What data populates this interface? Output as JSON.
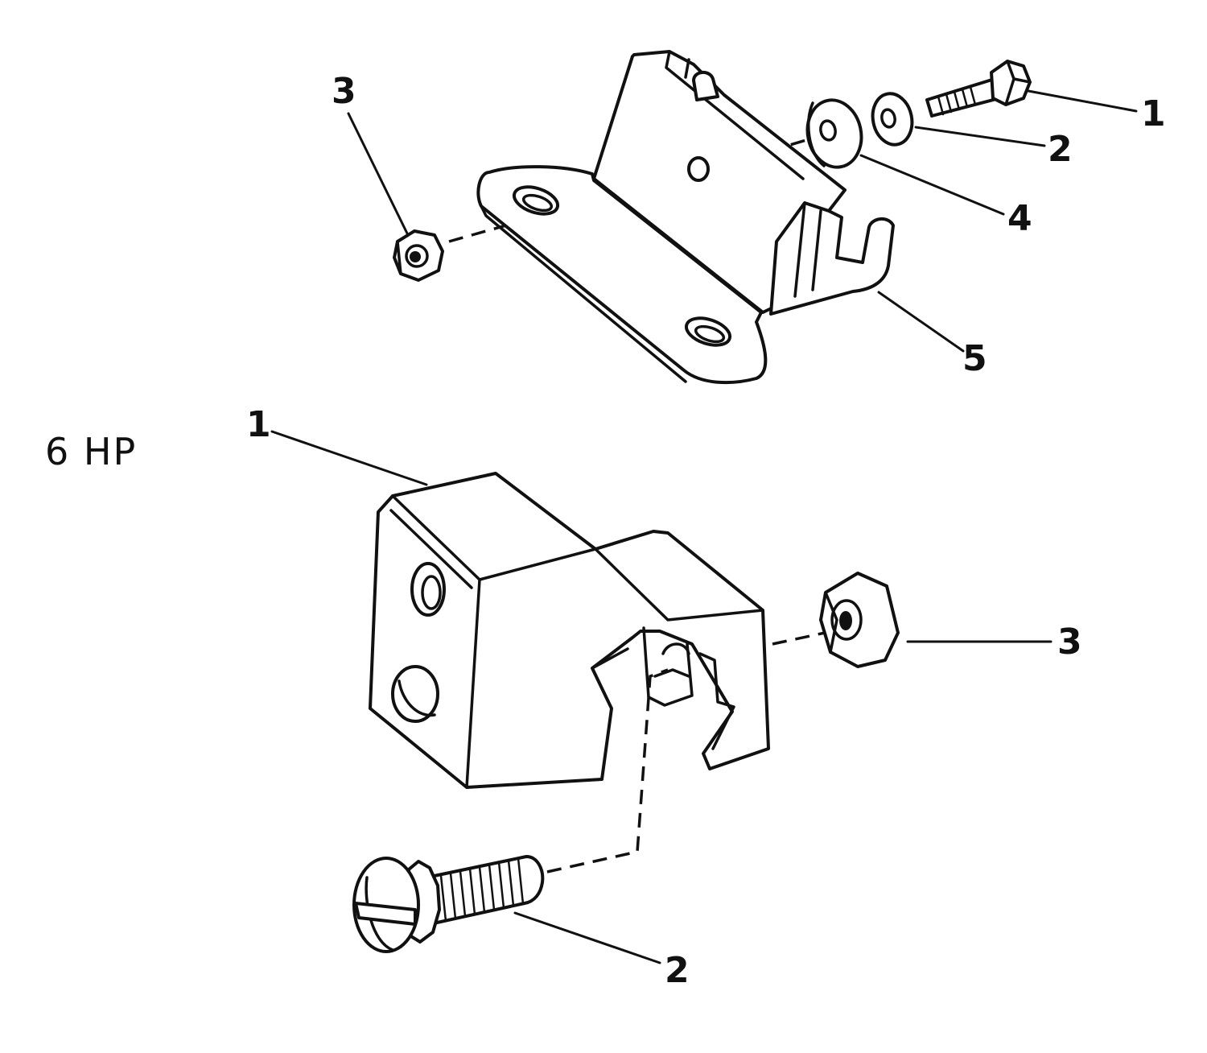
{
  "model_label": "6 HP",
  "top_assembly": {
    "callouts": [
      "1",
      "2",
      "3",
      "4",
      "5"
    ]
  },
  "bottom_assembly": {
    "callouts": [
      "1",
      "2",
      "3"
    ]
  },
  "colors": {
    "ink": "#111111",
    "paper": "#ffffff"
  }
}
